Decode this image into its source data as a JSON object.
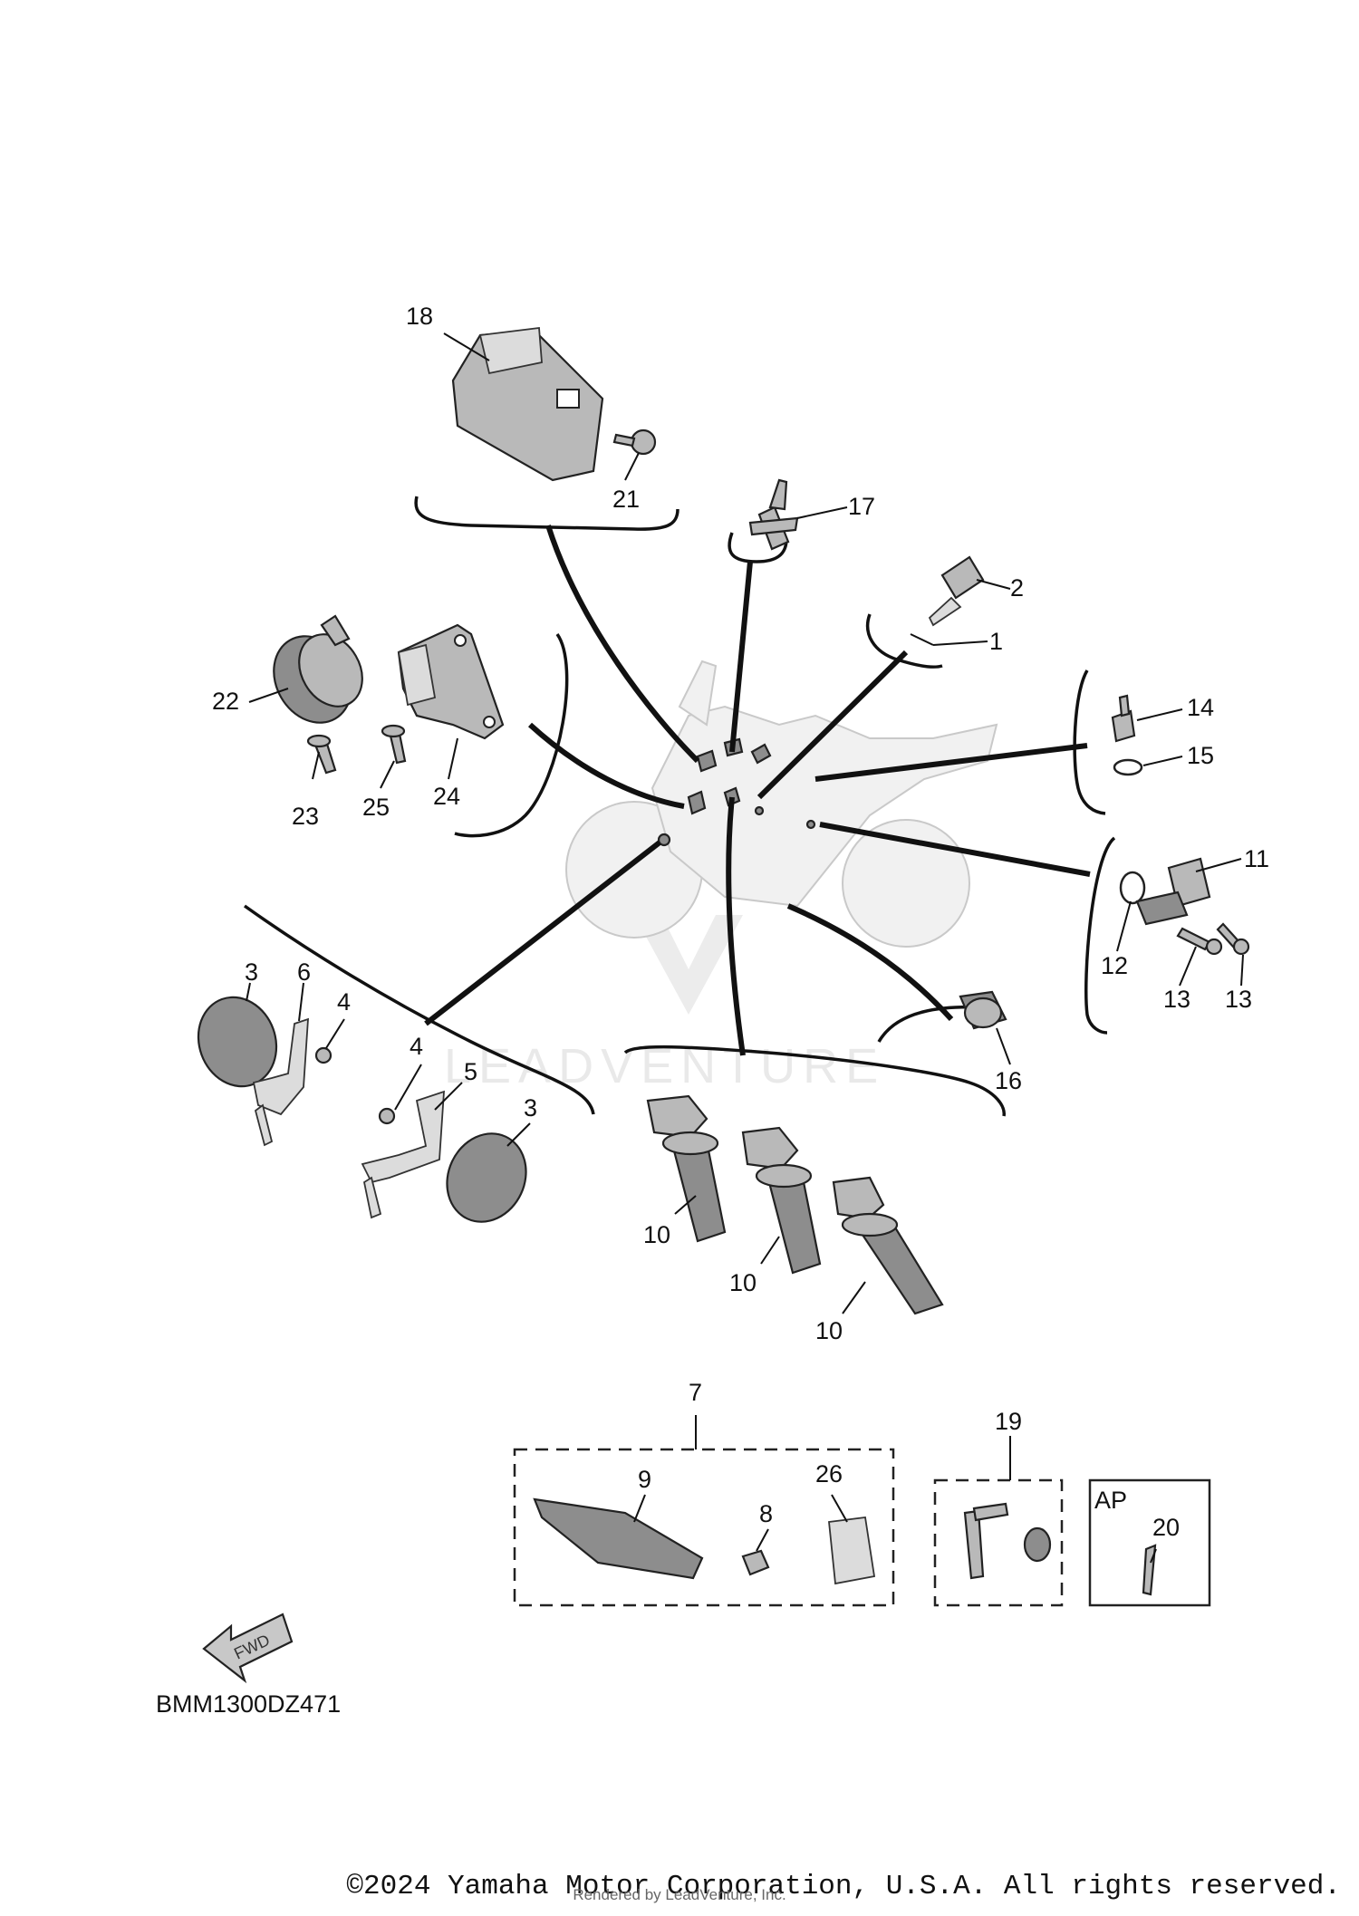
{
  "diagram_code": "BMM1300DZ471",
  "fwd_label": "FWD",
  "ap_label": "AP",
  "watermark": "LEADVENTURE",
  "footer": "©2024 Yamaha Motor Corporation, U.S.A. All rights reserved.",
  "overlay": "Rendered by LeadVenture, Inc.",
  "callouts": {
    "c1": "1",
    "c2": "2",
    "c3a": "3",
    "c3b": "3",
    "c4a": "4",
    "c4b": "4",
    "c5": "5",
    "c6": "6",
    "c7": "7",
    "c8": "8",
    "c9": "9",
    "c10a": "10",
    "c10b": "10",
    "c10c": "10",
    "c11": "11",
    "c12": "12",
    "c13a": "13",
    "c13b": "13",
    "c14": "14",
    "c15": "15",
    "c16": "16",
    "c17": "17",
    "c18": "18",
    "c19": "19",
    "c20": "20",
    "c21": "21",
    "c22": "22",
    "c23": "23",
    "c24": "24",
    "c25": "25",
    "c26": "26"
  }
}
